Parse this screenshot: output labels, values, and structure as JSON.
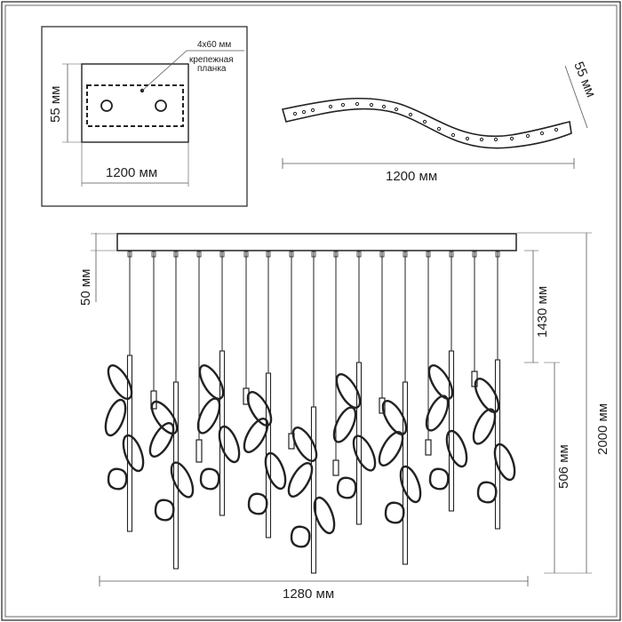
{
  "top_left_view": {
    "width_label": "1200 мм",
    "height_label": "55 мм",
    "plate_size_label": "4x60 мм",
    "plate_caption_line1": "крепежная",
    "plate_caption_line2": "планка"
  },
  "top_right_view": {
    "width_label": "1200 мм",
    "height_label": "55 мм"
  },
  "main_view": {
    "canopy_offset_label": "50 мм",
    "suspension_label": "1430 мм",
    "cluster_label": "506 мм",
    "total_height_label": "2000 мм",
    "total_width_label": "1280 мм"
  },
  "colors": {
    "line": "#222222",
    "dim_line": "#555555",
    "background": "#ffffff"
  }
}
